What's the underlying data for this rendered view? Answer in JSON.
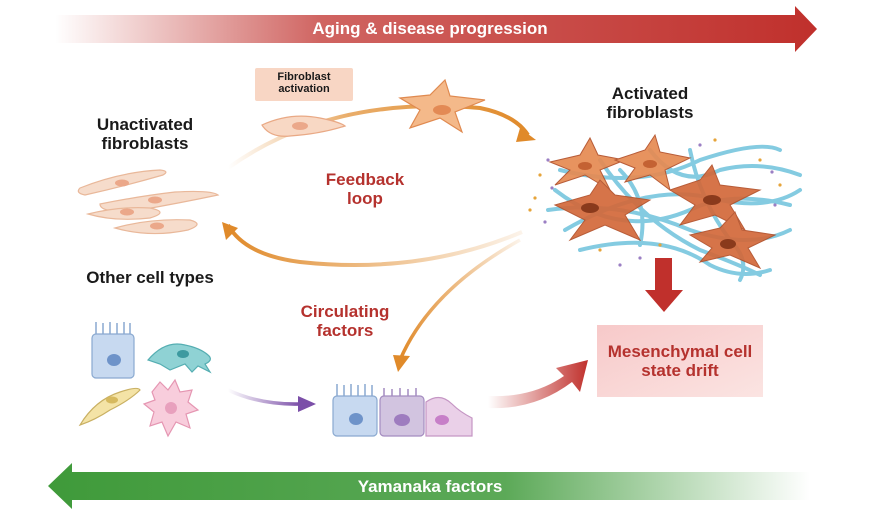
{
  "banners": {
    "top": "Aging & disease progression",
    "bottom": "Yamanaka factors"
  },
  "labels": {
    "unactivated": "Unactivated fibroblasts",
    "activated": "Activated fibroblasts",
    "fibroblast_activation": "Fibroblast activation",
    "feedback_loop": "Feedback loop",
    "other_cells": "Other cell types",
    "circulating": "Circulating factors",
    "mesenchymal": "Mesenchymal cell state drift"
  },
  "colors": {
    "red_arrow": "#c0302c",
    "green_arrow": "#3f9a3a",
    "orange_arrow": "#e08a2a",
    "purple_arrow": "#7b4fa8",
    "fiber": "#6fc3dc",
    "activated_cell": "#d3693a"
  }
}
